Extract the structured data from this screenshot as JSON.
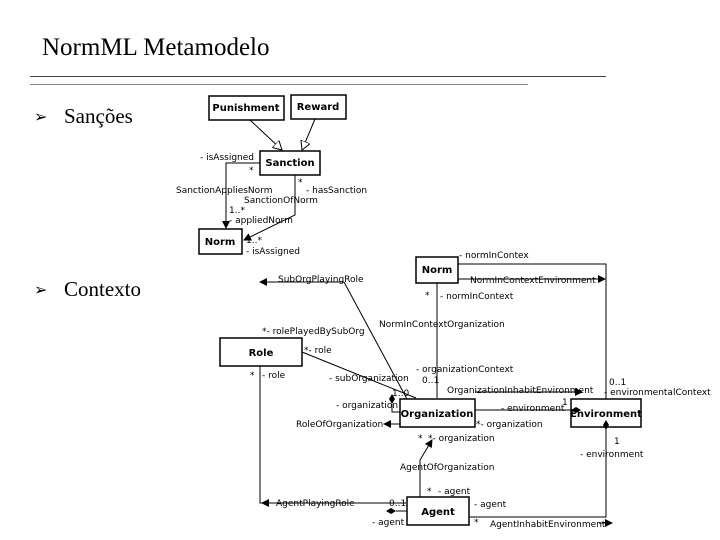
{
  "title": "NormML Metamodelo",
  "bullets": [
    {
      "glyph": "➢",
      "label": "Sanções"
    },
    {
      "glyph": "➢",
      "label": "Contexto"
    }
  ],
  "sanctions": {
    "boxes": {
      "punishment": "Punishment",
      "reward": "Reward",
      "sanction": "Sanction",
      "norm": "Norm"
    },
    "labels": {
      "is_assigned_top": "- isAssigned",
      "star_top": "*",
      "sanction_applies_norm": "SanctionAppliesNorm",
      "star_right": "*",
      "has_sanction": "- hasSanction",
      "sanction_of_norm": "SanctionOfNorm",
      "mult_1_star": "1..*",
      "applied_norm": "- appliedNorm",
      "mult_norm": "1..*",
      "is_assigned_bottom": "- isAssigned"
    }
  },
  "context": {
    "boxes": {
      "norm": "Norm",
      "role": "Role",
      "organization": "Organization",
      "environment": "Environment",
      "agent": "Agent"
    },
    "labels": {
      "norm_in_contex_star": "*",
      "norm_in_contex": "- normInContex",
      "norm_in_context_environment": "NormInContextEnvironment",
      "sub_org_playing_role": "SubOrgPlayingRole",
      "norm_star": "*",
      "norm_in_context": "- normInContext",
      "norm_in_context_organization": "NormInContextOrganization",
      "role_played_by_sub_org": "*- rolePlayedBySubOrg",
      "role_role": "*- role",
      "role_star": "*",
      "role_role2": "- role",
      "organization_context": "- organizationContext",
      "mult_0_1_org": "0..1",
      "sub_organization": "- subOrganization",
      "mult_1_0": "1..0",
      "organization_inhabit_environment": "OrganizationInhabitEnvironment",
      "mult_0_1_env": "0..1",
      "environmental_context": "- environmentalContext",
      "organization_left": "- organization",
      "environment_role": "- environment",
      "mult_1_env": "1",
      "role_of_organization": "RoleOfOrganization",
      "star_org": "*- organization",
      "star_org2": "*- organization",
      "star_org_tick": "*",
      "mult_1_env2": "1",
      "environment_role2": "- environment",
      "agent_of_organization": "AgentOfOrganization",
      "agent_star": "*",
      "agent_role": "- agent",
      "agent_playing_role": "AgentPlayingRole",
      "mult_0_1_agent": "0..1",
      "agent_role2": "- agent",
      "agent_role3": "- agent",
      "agent_star2": "*",
      "agent_inhabit_environment": "AgentInhabitEnvironment"
    }
  }
}
